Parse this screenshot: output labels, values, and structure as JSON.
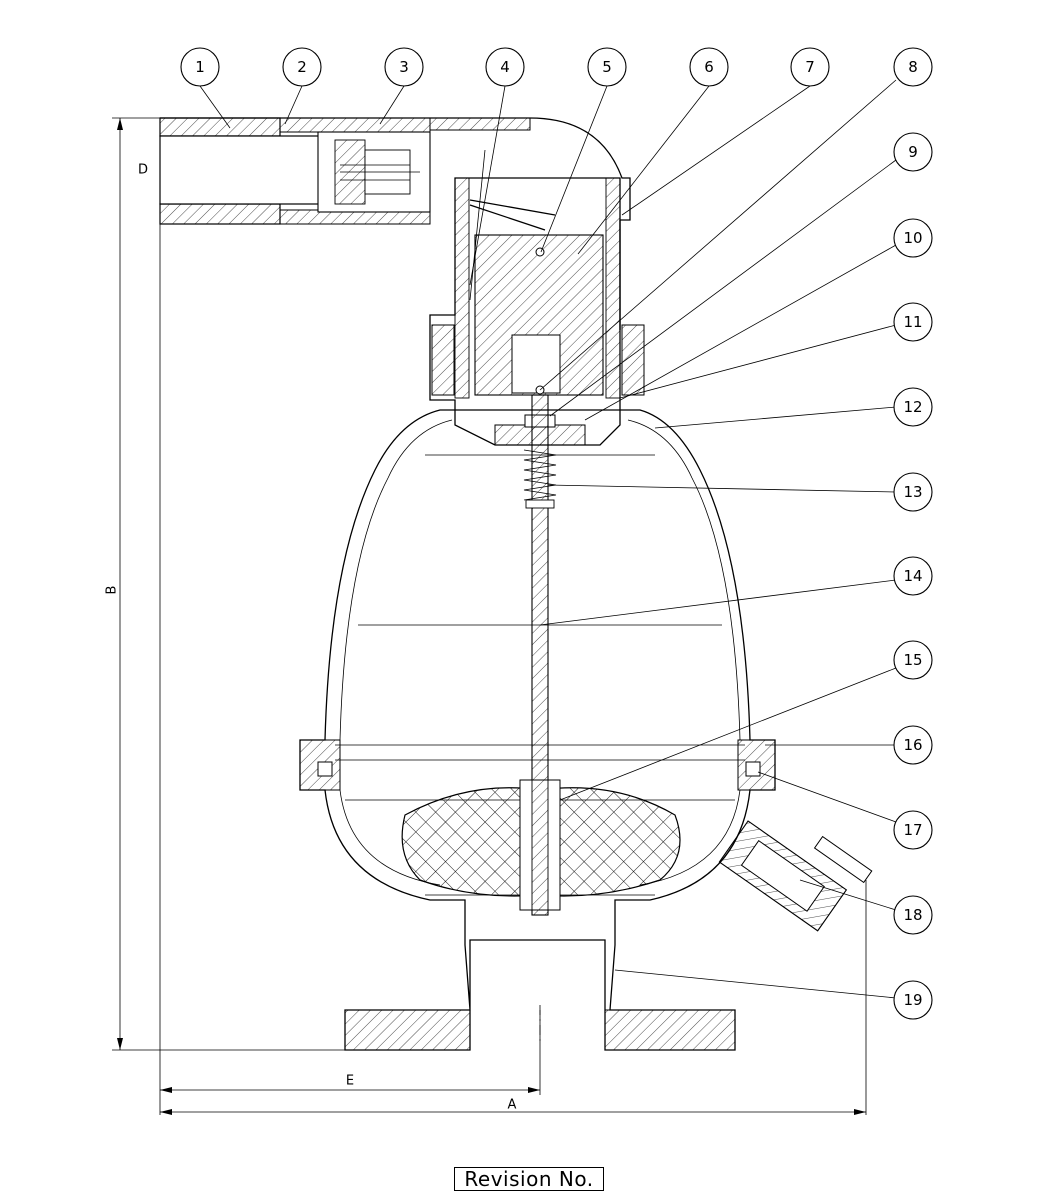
{
  "callouts": [
    "1",
    "2",
    "3",
    "4",
    "5",
    "6",
    "7",
    "8",
    "9",
    "10",
    "11",
    "12",
    "13",
    "14",
    "15",
    "16",
    "17",
    "18",
    "19"
  ],
  "dimensions": {
    "a": "A",
    "b": "B",
    "d": "D",
    "e": "E"
  },
  "revision_label": "Revision No."
}
